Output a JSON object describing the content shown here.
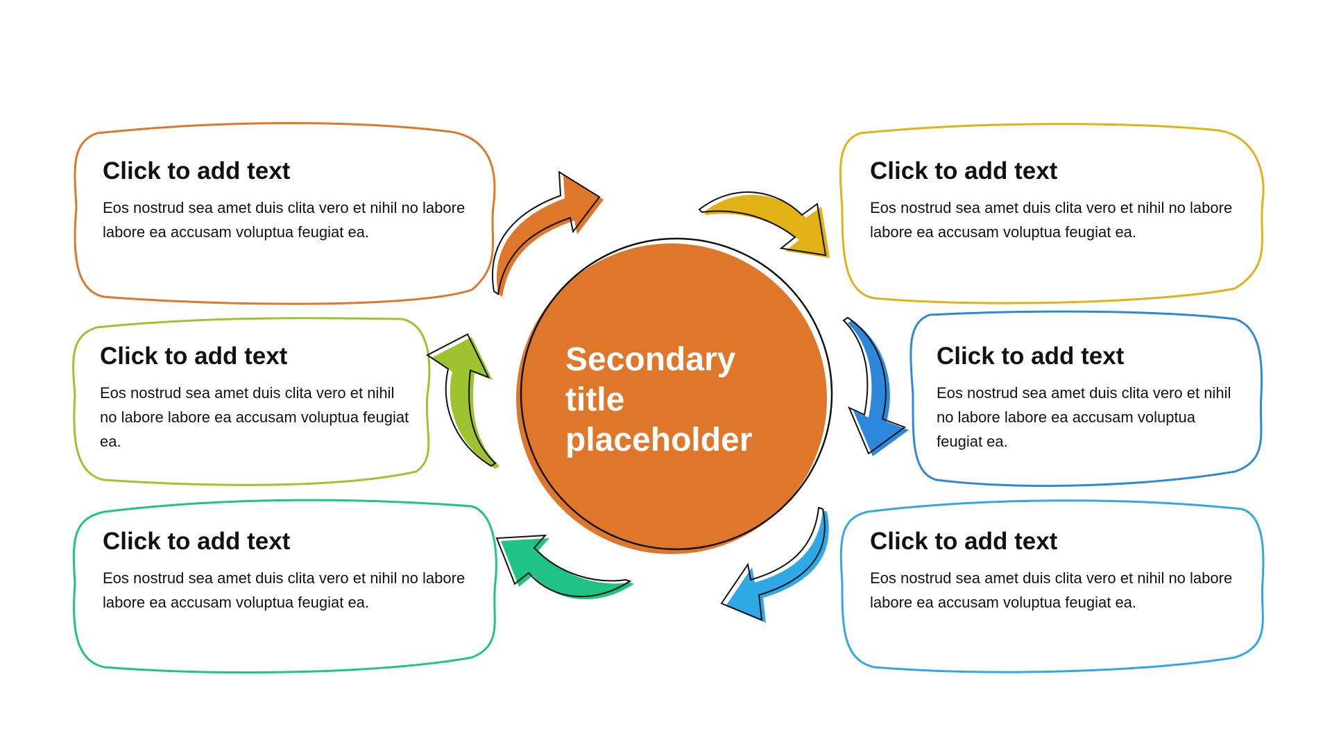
{
  "center": {
    "title": "Secondary\ntitle\nplaceholder",
    "color": "#DF772B"
  },
  "boxes": [
    {
      "title": "Click to add text",
      "body": "Eos nostrud sea amet duis clita vero et nihil no labore labore ea accusam voluptua feugiat ea.",
      "color": "#DF772B"
    },
    {
      "title": "Click to add text",
      "body": "Eos nostrud sea amet duis clita vero et nihil no labore labore ea accusam voluptua feugiat ea.",
      "color": "#9DC32F"
    },
    {
      "title": "Click to add text",
      "body": "Eos nostrud sea amet duis clita vero et nihil no labore labore ea accusam voluptua feugiat ea.",
      "color": "#1FC485"
    },
    {
      "title": "Click to add text",
      "body": "Eos nostrud sea amet duis clita vero et nihil no labore labore ea accusam voluptua feugiat ea.",
      "color": "#E2B115"
    },
    {
      "title": "Click to add text",
      "body": "Eos nostrud sea amet duis clita vero et nihil no labore labore ea accusam voluptua feugiat ea.",
      "color": "#2D88DB"
    },
    {
      "title": "Click to add text",
      "body": "Eos nostrud sea amet duis clita vero et nihil no labore labore ea accusam voluptua feugiat ea.",
      "color": "#2FA8E6"
    }
  ],
  "arrows": [
    {
      "name": "orange",
      "color": "#DF772B"
    },
    {
      "name": "yellow",
      "color": "#E2B115"
    },
    {
      "name": "blue",
      "color": "#2D88DB"
    },
    {
      "name": "light-blue",
      "color": "#2FA8E6"
    },
    {
      "name": "green",
      "color": "#1FC485"
    },
    {
      "name": "lime",
      "color": "#9DC32F"
    }
  ]
}
